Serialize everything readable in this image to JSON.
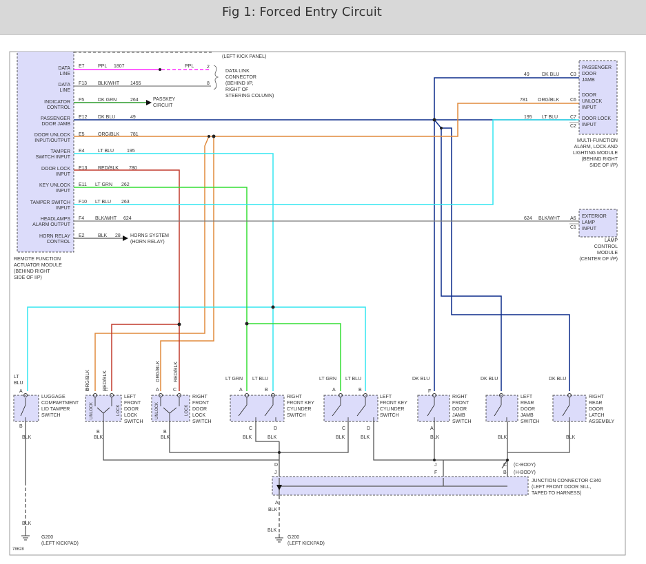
{
  "page_title": "Fig 1: Forced Entry Circuit",
  "figure_id": "78628",
  "colors": {
    "PPL": "#ff00ff",
    "BLK_WHT": "#7a7a7a",
    "DK_GRN": "#008800",
    "DK_BLU": "#0a2a8a",
    "ORG_BLK": "#e08a3c",
    "LT_BLU": "#33e6f0",
    "RED_BLK": "#c0392b",
    "LT_GRN": "#33dd33",
    "BLK": "#555555",
    "component_fill": "#dcdcfa",
    "component_border": "#555555"
  },
  "rfa_module": {
    "label": [
      "REMOTE FUNCTION",
      "ACTUATOR MODULE",
      "(BEHIND RIGHT",
      "SIDE OF I/P)"
    ],
    "top_pin_text": "(LEFT KICK PANEL)",
    "pins": [
      {
        "name": [
          "DATA",
          "LINE"
        ],
        "pin": "E7",
        "color": "PPL",
        "circuit": "1807"
      },
      {
        "name": [
          "DATA",
          "LINE"
        ],
        "pin": "F13",
        "color": "BLK/WHT",
        "circuit": "1455"
      },
      {
        "name": [
          "INDICATOR",
          "CONTROL"
        ],
        "pin": "F5",
        "color": "DK GRN",
        "circuit": "264"
      },
      {
        "name": [
          "PASSENGER",
          "DOOR JAMB"
        ],
        "pin": "E12",
        "color": "DK BLU",
        "circuit": "49"
      },
      {
        "name": [
          "DOOR UNLOCK",
          "INPUT/OUTPUT"
        ],
        "pin": "E5",
        "color": "ORG/BLK",
        "circuit": "781"
      },
      {
        "name": [
          "TAMPER",
          "SWITCH INPUT"
        ],
        "pin": "E4",
        "color": "LT BLU",
        "circuit": "195"
      },
      {
        "name": [
          "DOOR LOCK",
          "INPUT"
        ],
        "pin": "E13",
        "color": "RED/BLK",
        "circuit": "780"
      },
      {
        "name": [
          "KEY UNLOCK",
          "INPUT"
        ],
        "pin": "E11",
        "color": "LT GRN",
        "circuit": "262"
      },
      {
        "name": [
          "TAMPER SWITCH",
          "INPUT"
        ],
        "pin": "F10",
        "color": "LT BLU",
        "circuit": "263"
      },
      {
        "name": [
          "HEADLAMPS",
          "ALARM OUTPUT"
        ],
        "pin": "F4",
        "color": "BLK/WHT",
        "circuit": "624"
      },
      {
        "name": [
          "HORN RELAY",
          "CONTROL"
        ],
        "pin": "E2",
        "color": "BLK",
        "circuit": "28"
      }
    ]
  },
  "dlc": {
    "label": [
      "DATA LINK",
      "CONNECTOR",
      "(BEHIND I/P,",
      "RIGHT OF",
      "STEERING COLUMN)"
    ],
    "pin_ppl": "2",
    "color_ppl": "PPL",
    "pin_bw": "8"
  },
  "passkey": [
    "PASSKEY",
    "CIRCUIT"
  ],
  "horns": [
    "HORNS SYSTEM",
    "(HORN RELAY)"
  ],
  "mfa_module": {
    "pins": [
      {
        "label": [
          "PASSENGER",
          "DOOR",
          "JAMB"
        ],
        "pin": "C3",
        "color": "DK BLU",
        "circuit": "49"
      },
      {
        "label": [
          "DOOR",
          "UNLOCK",
          "INPUT"
        ],
        "pin": "C6",
        "color": "ORG/BLK",
        "circuit": "781"
      },
      {
        "label": [
          "DOOR LOCK",
          "INPUT"
        ],
        "pin": "C7",
        "color": "LT BLU",
        "circuit": "195"
      }
    ],
    "pin_c2": "C2",
    "caption": [
      "MULTI-FUNCTION",
      "ALARM, LOCK AND",
      "LIGHTING MODULE",
      "(BEHIND RIGHT",
      "SIDE OF I/P)"
    ]
  },
  "lamp_module": {
    "label": [
      "EXTERIOR",
      "LAMP",
      "INPUT"
    ],
    "pin": "A6",
    "pin_c1": "C1",
    "color": "BLK/WHT",
    "circuit": "624",
    "caption": [
      "LAMP",
      "CONTROL",
      "MODULE",
      "(CENTER OF I/P)"
    ]
  },
  "switches": [
    {
      "label": [
        "LUGGAGE",
        "COMPARTMENT",
        "LID TAMPER",
        "SWITCH"
      ],
      "top_wire": [
        "LT",
        "BLU"
      ],
      "pins": [
        "A",
        "B"
      ],
      "bottom_wire": "BLK"
    },
    {
      "label": [
        "LEFT",
        "FRONT",
        "DOOR",
        "LOCK",
        "SWITCH"
      ],
      "top_wires": [
        "ORG/BLK",
        "RED/BLK"
      ],
      "pins": [
        "A",
        "C",
        "B"
      ],
      "left_text": "UNLOCK",
      "right_text": "LOCK",
      "bottom_wire": "BLK"
    },
    {
      "label": [
        "RIGHT",
        "FRONT",
        "DOOR",
        "LOCK",
        "SWITCH"
      ],
      "top_wires": [
        "ORG/BLK",
        "RED/BLK"
      ],
      "pins": [
        "A",
        "C",
        "B"
      ],
      "left_text": "UNLOCK",
      "right_text": "LOCK",
      "bottom_wire": "BLK"
    },
    {
      "label": [
        "RIGHT",
        "FRONT KEY",
        "CYLINDER",
        "SWITCH"
      ],
      "top_wires": [
        "LT GRN",
        "LT BLU"
      ],
      "pins": [
        "A",
        "B",
        "C",
        "D"
      ],
      "bottom_wires": [
        "BLK",
        "BLK"
      ]
    },
    {
      "label": [
        "LEFT",
        "FRONT KEY",
        "CYLINDER",
        "SWITCH"
      ],
      "top_wires": [
        "LT GRN",
        "LT BLU"
      ],
      "pins": [
        "A",
        "B",
        "C",
        "D"
      ],
      "bottom_wires": [
        "BLK",
        "BLK"
      ]
    },
    {
      "label": [
        "RIGHT",
        "FRONT",
        "DOOR",
        "JAMB",
        "SWITCH"
      ],
      "top_wire": "DK BLU",
      "pins": [
        "F",
        "A"
      ],
      "bottom_wire": "BLK"
    },
    {
      "label": [
        "LEFT",
        "REAR",
        "DOOR",
        "JAMB",
        "SWITCH"
      ],
      "top_wire": "DK BLU",
      "bottom_wire": "BLK"
    },
    {
      "label": [
        "RIGHT",
        "REAR",
        "DOOR",
        "LATCH",
        "ASSEMBLY"
      ],
      "top_wire": "DK BLU",
      "bottom_wire": "BLK"
    }
  ],
  "junction": {
    "label": [
      "JUNCTION CONNECTOR C340",
      "(LEFT FRONT DOOR SILL,",
      "TAPED TO HARNESS)"
    ],
    "pins_top": [
      "D",
      "J",
      "J",
      "F",
      "C",
      "B"
    ],
    "c_body": "(C-BODY)",
    "h_body": "(H-BODY)",
    "pin_bottom": "A",
    "bottom_wire": "BLK"
  },
  "grounds": [
    {
      "wire": "BLK",
      "label": [
        "G200",
        "(LEFT KICKPAD)"
      ]
    },
    {
      "wire": "BLK",
      "label": [
        "G200",
        "(LEFT KICKPAD)"
      ]
    }
  ]
}
